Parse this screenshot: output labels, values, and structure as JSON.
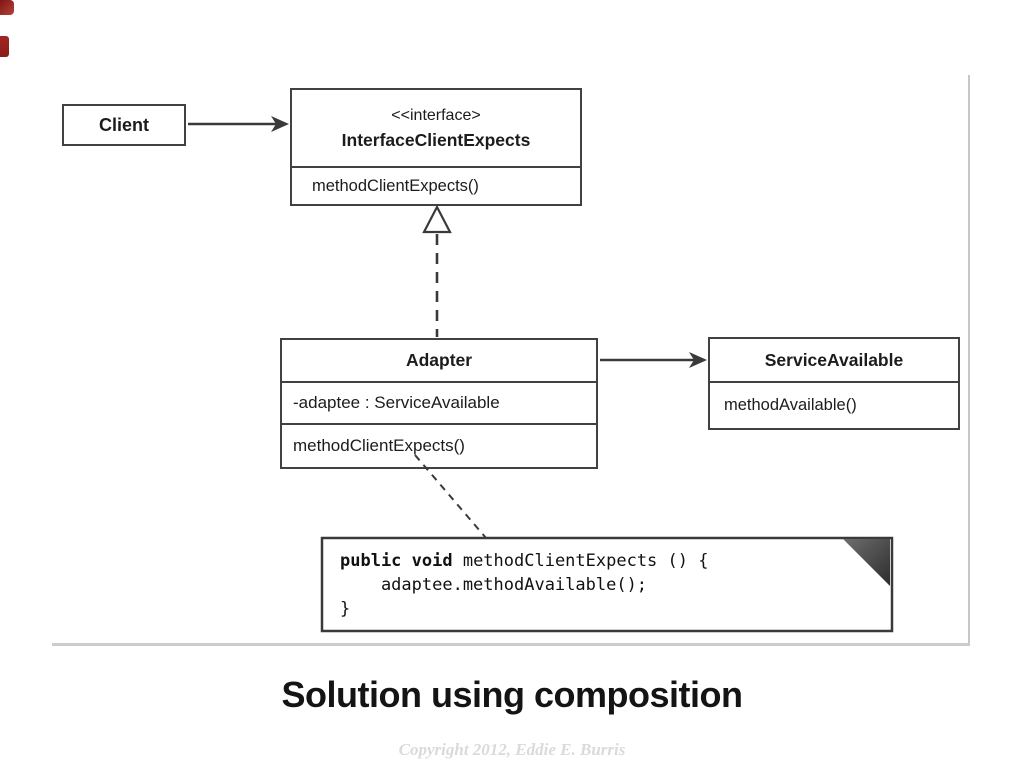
{
  "slide": {
    "title": "Solution using composition",
    "copyright": "Copyright 2012, Eddie E. Burris"
  },
  "uml": {
    "client": {
      "name": "Client"
    },
    "interface": {
      "stereotype": "<<interface>",
      "name": "InterfaceClientExpects",
      "method": "methodClientExpects()"
    },
    "adapter": {
      "name": "Adapter",
      "attribute": "-adaptee : ServiceAvailable",
      "method": "methodClientExpects()"
    },
    "service": {
      "name": "ServiceAvailable",
      "method": "methodAvailable()"
    },
    "note": {
      "line1_keyword": "public void",
      "line1_rest": " methodClientExpects () {",
      "line2": "    adaptee.methodAvailable();",
      "line3": "}"
    }
  },
  "colors": {
    "line": "#3a3a3a",
    "box_border": "#414141",
    "panel_border": "#c7c7c7",
    "text": "#1c1c1c",
    "title": "#141414",
    "copyright": "#dadada",
    "decoration_red": "#9b1c1c",
    "note_fold": "#474747"
  }
}
